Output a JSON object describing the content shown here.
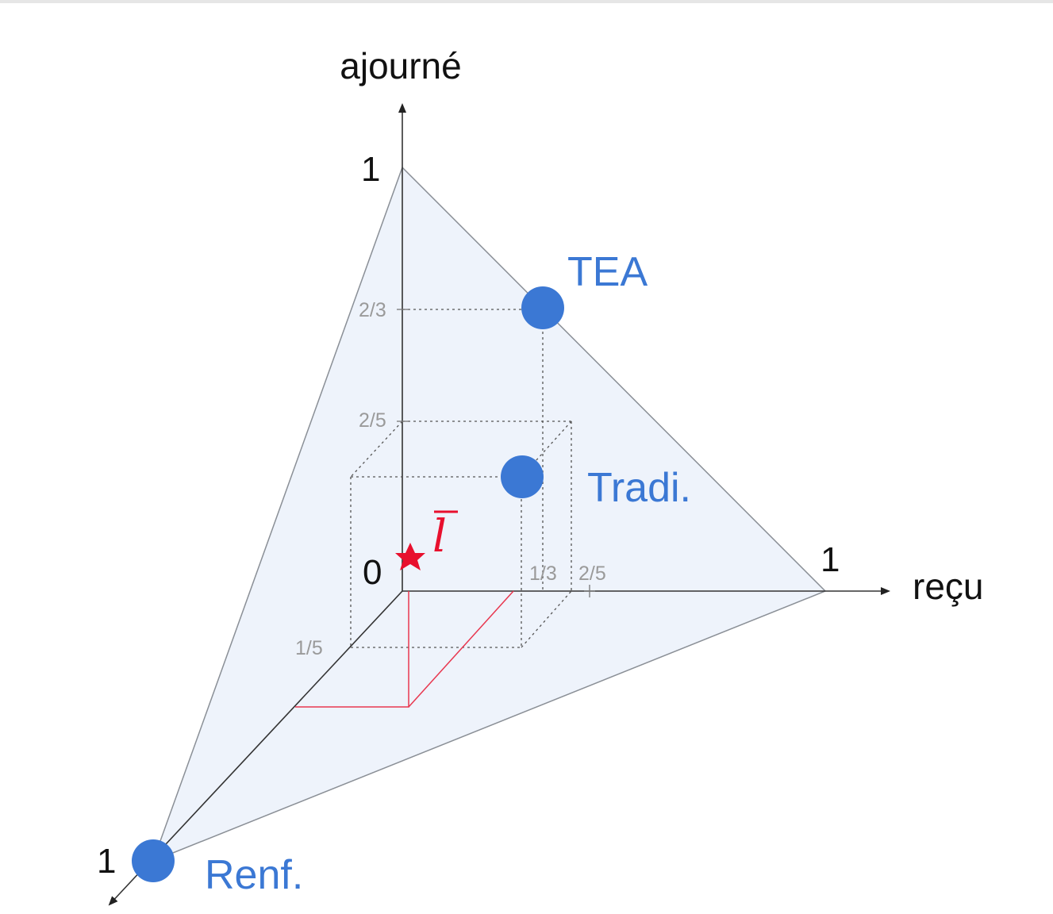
{
  "axes": {
    "vertical": {
      "title": "ajourné",
      "unit_label": "1",
      "origin_label": "0"
    },
    "horizontal": {
      "title": "reçu",
      "unit_label": "1"
    },
    "depth": {
      "unit_label": "1"
    }
  },
  "ticks": {
    "vertical": [
      "2/3",
      "2/5"
    ],
    "horizontal": [
      "1/3",
      "2/5"
    ],
    "depth": [
      "1/5"
    ]
  },
  "points": [
    {
      "label": "TEA",
      "color": "#3b78d4"
    },
    {
      "label": "Tradi.",
      "color": "#3b78d4"
    },
    {
      "label": "Renf.",
      "color": "#3b78d4"
    }
  ],
  "mean_marker": {
    "label": "l",
    "color": "#e8102e"
  },
  "colors": {
    "simplex_fill": "#eef3fb",
    "simplex_edge": "#8a8f96",
    "axis": "#333333",
    "guide": "#555555",
    "point": "#3b78d4",
    "mean": "#e8102e"
  }
}
